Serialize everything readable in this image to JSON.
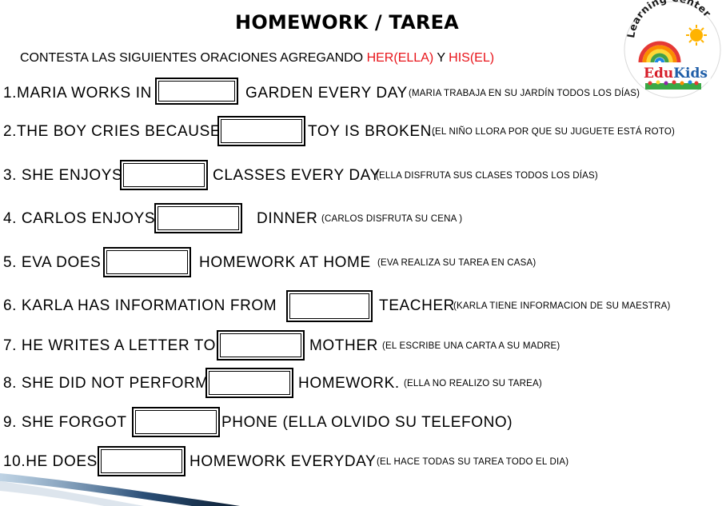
{
  "title": "HOMEWORK / TAREA",
  "instruction": {
    "prefix": "CONTESTA LAS SIGUIENTES ORACIONES AGREGANDO ",
    "option1": "HER(ELLA)",
    "connector": " Y ",
    "option2": "HIS(EL)"
  },
  "logo": {
    "arc_text": "Learning Center",
    "brand_part1": "Edu",
    "brand_part2": "Kids",
    "icons": [
      "rainbow-icon",
      "sun-icon",
      "flowers-icon"
    ]
  },
  "colors": {
    "accent_red": "#e8141a",
    "logo_red": "#d61e2a",
    "logo_blue": "#1f5ea8"
  },
  "sentences": [
    {
      "before": "1.MARIA WORKS IN",
      "after": "GARDEN EVERY DAY",
      "translation": "(MARIA TRABAJA EN SU JARDÍN TODOS LOS DÍAS)"
    },
    {
      "before": "2.THE BOY CRIES BECAUSE",
      "after": "TOY IS BROKEN.",
      "translation": "(EL NIÑO LLORA POR QUE SU JUGUETE ESTÁ ROTO)"
    },
    {
      "before": "3. SHE ENJOYS",
      "after": "CLASSES EVERY DAY",
      "translation": "(ELLA DISFRUTA SUS CLASES TODOS LOS DÍAS)"
    },
    {
      "before": "4. CARLOS ENJOYS",
      "after": "DINNER",
      "translation": "(CARLOS DISFRUTA SU CENA )"
    },
    {
      "before": "5. EVA DOES",
      "after": "HOMEWORK AT HOME",
      "translation": "(EVA REALIZA SU TAREA EN CASA)"
    },
    {
      "before": "6. KARLA HAS INFORMATION FROM",
      "after": "TEACHER",
      "translation": "(KARLA TIENE INFORMACION DE SU MAESTRA)"
    },
    {
      "before": "7. HE WRITES A LETTER TO",
      "after": "MOTHER",
      "translation": "(EL ESCRIBE UNA CARTA A SU MADRE)"
    },
    {
      "before": "8. SHE DID NOT PERFORM",
      "after": "HOMEWORK.",
      "translation": "(ELLA NO REALIZO SU TAREA)"
    },
    {
      "before": "9. SHE FORGOT",
      "after": "PHONE (ELLA OLVIDO SU TELEFONO)",
      "translation": ""
    },
    {
      "before": "10.HE DOES",
      "after": "HOMEWORK EVERYDAY",
      "translation": "(EL HACE TODAS SU TAREA TODO EL DIA)"
    }
  ]
}
